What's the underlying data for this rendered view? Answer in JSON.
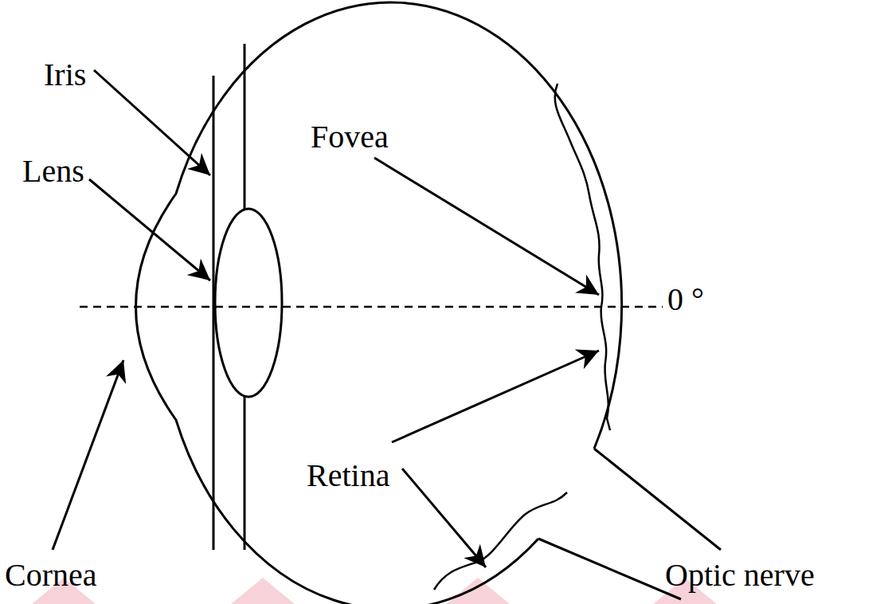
{
  "diagram": {
    "labels": [
      "Iris",
      "Lens",
      "Fovea",
      "0 °",
      "Retina",
      "Cornea",
      "Optic nerve"
    ]
  }
}
